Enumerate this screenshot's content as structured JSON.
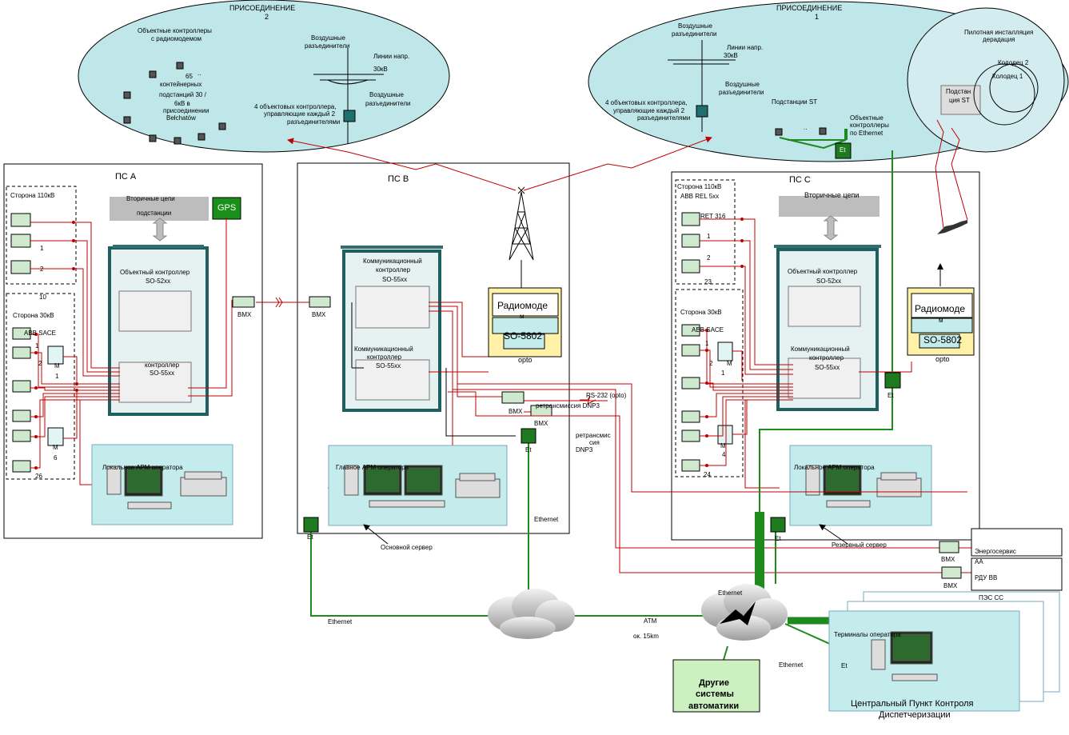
{
  "clusters": {
    "pris2": {
      "title": "ПРИСОЕДИНЕНИЕ",
      "number": "2",
      "obj_ctrl": "Объектные контроллеры",
      "obj_ctrl2": "с радиомодемом",
      "count": "65",
      "subst1": "контейнерных",
      "subst2": "подстанций 30 /",
      "subst3": "6кВ в",
      "subst4": "присоединении",
      "subst5": "Bełchatów",
      "dots": "..",
      "air1": "Воздушные",
      "air2": "разъединители",
      "line1": "Линии напр.",
      "line2": "30кВ",
      "four1": "4 объектовых контроллера,",
      "four2": "управляющие каждый 2",
      "four3": "разъединителями",
      "air3": "Воздушные",
      "air4": "разъединители"
    },
    "pris1": {
      "title": "ПРИСОЕДИНЕНИЕ",
      "number": "1",
      "air1": "Воздушные",
      "air2": "разъединители",
      "line1": "Линии напр.",
      "line2": "30кВ",
      "air3": "Воздушные",
      "air4": "разъединители",
      "four1": "4 объектовых контроллера,",
      "four2": "управляющие каждый 2",
      "four3": "разъединителями",
      "subst": "Подстанции ST",
      "dots": "..",
      "obj1": "Объектные",
      "obj2": "контроллеры",
      "obj3": "по Ethernet",
      "et": "Et"
    },
    "pilot": {
      "title1": "Пилотная  инсталляция",
      "title2": "дерадация",
      "well2": "Колодец  2",
      "well1": "Колодец  1",
      "substation1": "Подстан",
      "substation2": "ция  ST"
    }
  },
  "psa": {
    "title": "ПС А",
    "side110": "Сторона  110кВ",
    "n1": "1",
    "n2": "2",
    "n10": "10",
    "side30": "Сторона  30кВ",
    "abb": "ABB  SACE",
    "m1": "M",
    "m1n": "1",
    "m6": "M",
    "m6n": "6",
    "n26": "26",
    "n1b": "1",
    "n2b": "2",
    "secondary": "Вторичные  цепи",
    "substation": "подстанции",
    "gps": "GPS",
    "obj_ctrl": "Объектный  контроллер",
    "obj_model": "SO-52xx",
    "ctrl2": "контроллер",
    "ctrl2_model": "SO-55xx",
    "arm": "Локальное  АРМ оператора",
    "bmx": "BMX"
  },
  "psb": {
    "title": "ПС В",
    "bmx": "BMX",
    "comm1": "Коммуникационный",
    "comm2": "контроллер",
    "comm3": "SO-55xx",
    "comm_b1": "Коммуникационный",
    "comm_b2": "контроллер",
    "comm_b3": "SO-55xx",
    "radio1": "Радиомоде",
    "radio2": "м",
    "radio3": "SO-5802",
    "opto": "opto",
    "rs232": "RS-232   (opto)",
    "retrans1": "ретрансмиссия  DNP3",
    "retrans2": "ретрансмис",
    "retrans3": "сия",
    "retrans4": "DNP3",
    "bmx2": "BMX",
    "bmx3": "BMX",
    "et": "Et",
    "arm": "Главное  АРМ оператора",
    "server": "Основной  сервер",
    "ethernet": "Ethernet"
  },
  "psc": {
    "title": "ПС С",
    "side110": "Сторона  110кВ",
    "abb": "ABB  REL 5xx",
    "ret": "RET  316",
    "n1": "1",
    "n2": "2",
    "n23": "23",
    "side30": "Сторона  30кВ",
    "abb_sace": "ABB  SACE",
    "m1": "M",
    "m1n": "1",
    "m4": "M",
    "m4n": "4",
    "n1b": "1",
    "n2b": "2",
    "n24": "24",
    "secondary": "Вторичные  цепи",
    "obj_ctrl": "Объектный  контроллер",
    "obj_model": "SO-52xx",
    "comm1": "Коммуникационный",
    "comm2": "контроллер",
    "comm3": "SO-55xx",
    "radio1": "Радиомоде",
    "radio2": "м",
    "radio3": "SO-5802",
    "opto": "opto",
    "et": "Et",
    "arm": "Локальное  АРМ оператора",
    "reserve": "Резервный  сервер"
  },
  "right": {
    "energo": "Энергосервис",
    "aa": "AA",
    "rdu": "РДУ  ВВ",
    "bmx1": "BMX",
    "bmx2": "BMX",
    "pes": "ПЭС  СС",
    "terminals": "Терминалы  оператора",
    "cpk1": "Центральный  Пункт  Контроля",
    "cpk2": "Диспетчеризации",
    "et": "Et"
  },
  "bottom": {
    "ethernet1": "Ethernet",
    "ethernet2": "Ethernet",
    "ethernet3": "Ethernet",
    "atm": "ATM",
    "distance": "ок. 15km",
    "other1": "Другие",
    "other2": "системы",
    "other3": "автоматики",
    "et1": "Et",
    "et2": "Et"
  }
}
